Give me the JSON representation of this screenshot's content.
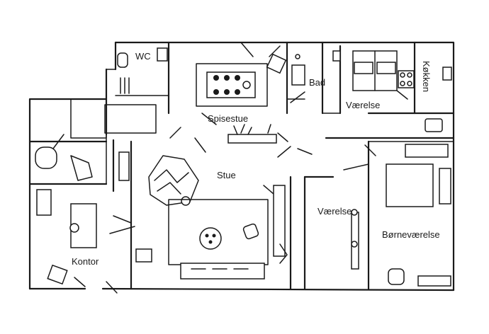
{
  "rooms": {
    "wc": "WC",
    "spisestue": "Spisestue",
    "bad": "Bad",
    "vaerelse_top": "Værelse",
    "kokken": "Køkken",
    "stue": "Stue",
    "vaerelse_mid": "Værelse",
    "bornevaerelse": "Børneværelse",
    "kontor": "Kontor"
  },
  "colors": {
    "ink": "#1a1a1a",
    "paper": "#ffffff"
  }
}
